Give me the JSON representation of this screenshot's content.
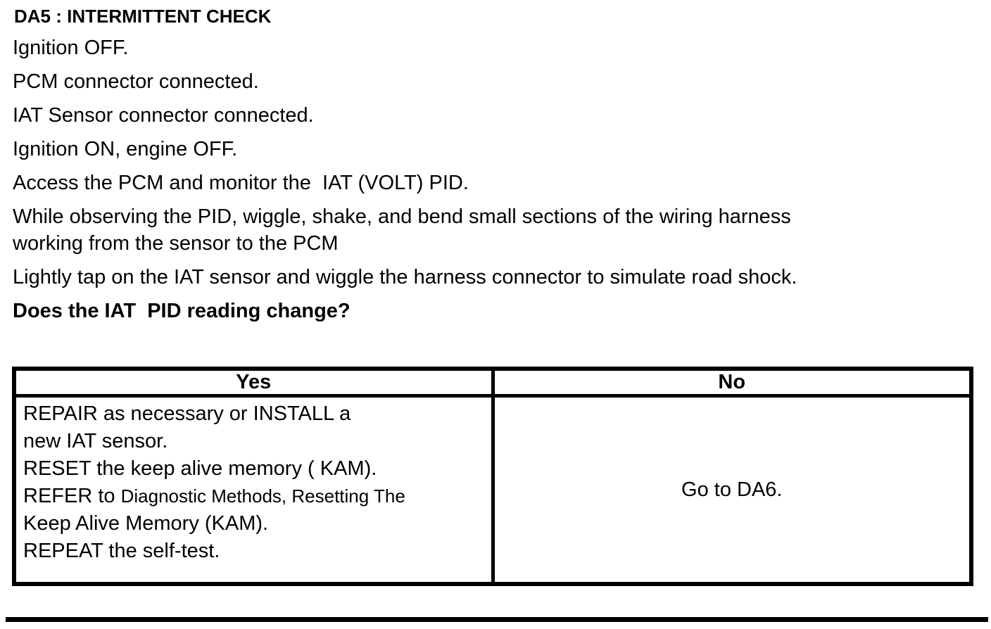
{
  "page": {
    "title": "DA5 : INTERMITTENT CHECK",
    "steps": [
      "Ignition OFF.",
      "PCM connector connected.",
      "IAT Sensor connector connected.",
      "Ignition ON, engine OFF.",
      "Access the PCM and monitor the  IAT (VOLT) PID.",
      "While observing the PID, wiggle, shake, and bend small sections of the wiring harness\nworking from the sensor to the PCM",
      "Lightly tap on the IAT sensor and wiggle the harness connector to simulate road shock."
    ],
    "question": "Does the IAT  PID reading change?"
  },
  "table": {
    "headers": [
      "Yes",
      "No"
    ],
    "yes_cell": {
      "line1": "REPAIR as necessary or INSTALL a",
      "line2": "new IAT sensor.",
      "line3": "RESET the keep alive memory ( KAM).",
      "refer_prefix": "REFER to ",
      "refer_reference": "Diagnostic Methods, Resetting The",
      "line5": "Keep Alive Memory (KAM).",
      "line6": "REPEAT the self-test."
    },
    "no_text": "Go to DA6."
  },
  "colors": {
    "text": "#000000",
    "background": "#ffffff",
    "border": "#000000"
  }
}
